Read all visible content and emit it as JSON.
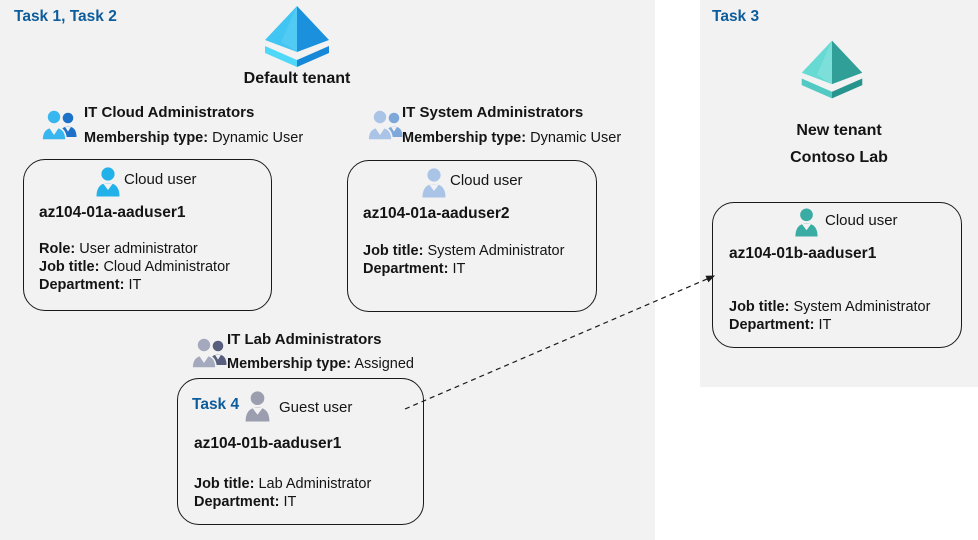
{
  "colors": {
    "panel_bg": "#f2f2f2",
    "task_label_blue": "#0d5c9b",
    "card_border": "#1a1a1a",
    "azure_ad_blue_light": "#41c5f2",
    "azure_ad_blue_dark": "#1b90dd",
    "new_tenant_teal_light": "#68dad4",
    "new_tenant_teal_dark": "#2f9f97"
  },
  "left_panel": {
    "task_label": "Task 1, Task 2",
    "tenant_icon": "azure-ad-tenant-icon",
    "tenant_name": "Default tenant",
    "groups": [
      {
        "title": "IT Cloud Administrators",
        "membership_label": "Membership type:",
        "membership_value": "Dynamic User"
      },
      {
        "title": "IT System Administrators",
        "membership_label": "Membership type:",
        "membership_value": "Dynamic User"
      },
      {
        "title": "IT Lab Administrators",
        "membership_label": "Membership type:",
        "membership_value": "Assigned"
      }
    ],
    "cards": [
      {
        "user_type": "Cloud user",
        "name": "az104-01a-aaduser1",
        "fields": [
          {
            "label": "Role:",
            "value": "User administrator"
          },
          {
            "label": "Job title:",
            "value": "Cloud Administrator"
          },
          {
            "label": "Department:",
            "value": "IT"
          }
        ]
      },
      {
        "user_type": "Cloud user",
        "name": "az104-01a-aaduser2",
        "fields": [
          {
            "label": "Job title:",
            "value": "System Administrator"
          },
          {
            "label": "Department:",
            "value": "IT"
          }
        ]
      },
      {
        "task_label": "Task 4",
        "user_type": "Guest user",
        "name": "az104-01b-aaduser1",
        "fields": [
          {
            "label": "Job title:",
            "value": "Lab Administrator"
          },
          {
            "label": "Department:",
            "value": "IT"
          }
        ]
      }
    ]
  },
  "right_panel": {
    "task_label": "Task 3",
    "tenant_icon": "new-tenant-icon",
    "tenant_name_line1": "New tenant",
    "tenant_name_line2": "Contoso Lab",
    "card": {
      "user_type": "Cloud user",
      "name": "az104-01b-aaduser1",
      "fields": [
        {
          "label": "Job title:",
          "value": "System Administrator"
        },
        {
          "label": "Department:",
          "value": "IT"
        }
      ]
    }
  }
}
